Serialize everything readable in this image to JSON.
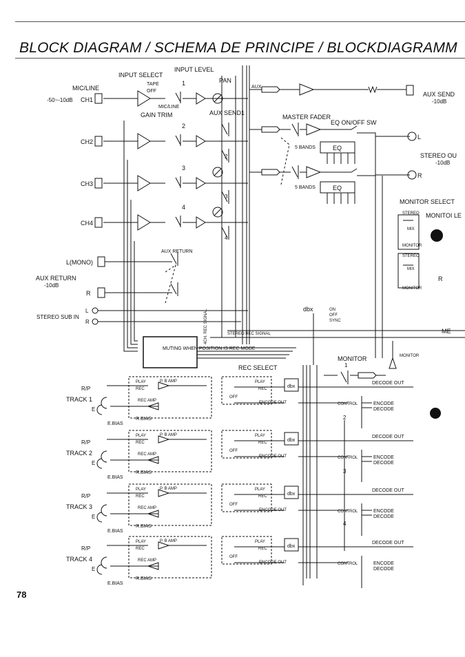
{
  "page": {
    "title": "BLOCK DIAGRAM / SCHEMA DE PRINCIPE / BLOCKDIAGRAMM",
    "page_number": "78"
  },
  "labels": {
    "input_select": "INPUT SELECT",
    "input_level": "INPUT LEVEL",
    "pan": "PAN",
    "aux": "AUX",
    "mic_line": "MIC/LINE",
    "mic_line_range": "-50~-10dB",
    "ch1": "CH1",
    "tape": "TAPE",
    "off": "OFF",
    "mic_line_small": "MIC/LINE",
    "gain_trim": "GAIN TRIM",
    "aux_send": "AUX SEND",
    "aux_send_level": "-10dB",
    "aux_send1": "AUX SEND1",
    "master_fader": "MASTER FADER",
    "eq_onoff": "EQ ON/OFF SW",
    "eq": "EQ",
    "five_bands": "5 BANDS",
    "ch2": "CH2",
    "ch3": "CH3",
    "ch4": "CH4",
    "stereo_out": "STEREO OU",
    "stereo_out_level": "-10dB",
    "monitor_select": "MONITOR SELECT",
    "monitor_le": "MONITOI LE",
    "stereo": "STEREO",
    "monitor": "MONITOR",
    "mix": "MIX",
    "aux_return": "AUX RETURN",
    "l_mono": "L(MONO)",
    "aux_return_level": "-10dB",
    "stereo_sub_in": "STEREO SUB IN",
    "l": "L",
    "r": "R",
    "dbx": "dbx",
    "on": "ON",
    "sync": "SYNC",
    "stereo_rec_signal": "STEREO REC SIGNAL",
    "four_ch_rec_signal": "4CH. REC SIGNAL",
    "muting": "MUTING WHEN POSITION IS REC MODE",
    "rec_select": "REC SELECT",
    "monitor_label": "MONITOR",
    "me": "ME",
    "play": "PLAY",
    "rec": "REC",
    "p_b_amp": "P. B AMP",
    "rec_amp": "REC AMP",
    "r_bias": "R.BIAS",
    "e_bias": "E.BIAS",
    "encode_out": "ENCODE OUT",
    "decode_out": "DECODE OUT",
    "control": "CONTROL",
    "encode": "ENCODE",
    "decode": "DECODE",
    "r_p": "R/P",
    "e": "E"
  },
  "tracks": [
    {
      "name": "TRACK 1",
      "num": "1"
    },
    {
      "name": "TRACK 2",
      "num": "2"
    },
    {
      "name": "TRACK 3",
      "num": "3"
    },
    {
      "name": "TRACK 4",
      "num": "4"
    }
  ],
  "channels": [
    "1",
    "2",
    "3",
    "4"
  ]
}
